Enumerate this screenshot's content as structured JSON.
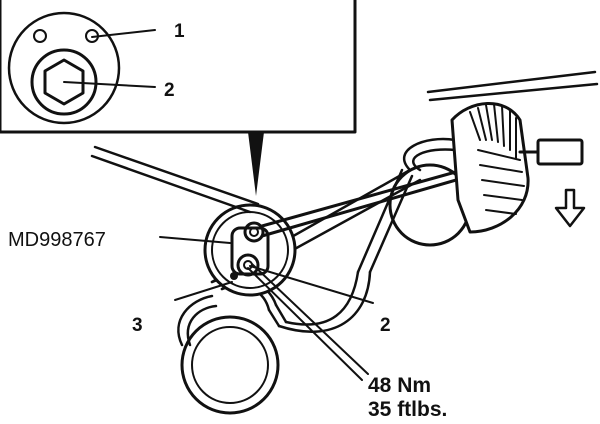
{
  "diagram": {
    "callouts": {
      "inset_one": "1",
      "inset_two": "2",
      "tool": "MD998767",
      "three": "3",
      "two": "2"
    },
    "torque": {
      "metric": "48 Nm",
      "imperial": "35 ftlbs."
    },
    "direction_arrow_icon": "arrow-down-outline-icon",
    "colors": {
      "ink": "#111111",
      "paper": "#ffffff"
    }
  }
}
